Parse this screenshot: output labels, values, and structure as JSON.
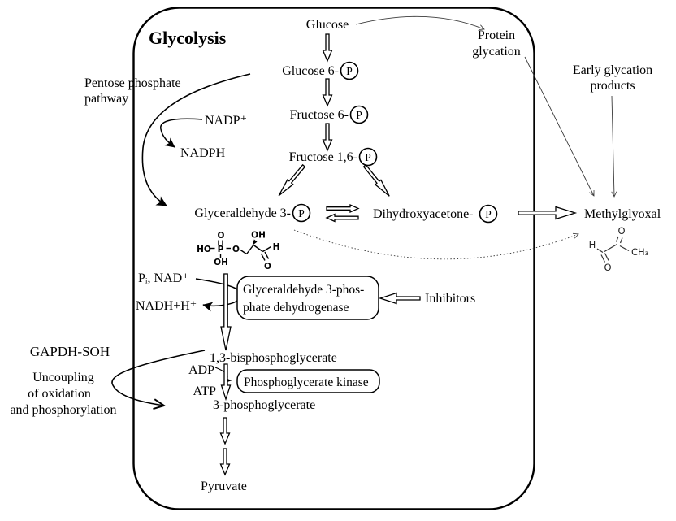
{
  "diagram": {
    "title": "Glycolysis",
    "nodes": {
      "glucose": "Glucose",
      "g6p": "Glucose 6-",
      "f6p": "Fructose 6-",
      "f16p": "Fructose 1,6-",
      "g3p": "Glyceraldehyde 3-",
      "dhap": "Dihydroxyacetone-",
      "phosphate_symbol": "P",
      "methylglyoxal": "Methylglyoxal",
      "bpg": "1,3-bisphosphoglycerate",
      "pg3": "3-phosphoglycerate",
      "pyruvate": "Pyruvate"
    },
    "pathway_labels": {
      "pentose_line1": "Pentose phosphate",
      "pentose_line2": "pathway",
      "protein_glycation_line1": "Protein",
      "protein_glycation_line2": "glycation",
      "early_glycation_line1": "Early glycation",
      "early_glycation_line2": "products"
    },
    "cofactors": {
      "nadp": "NADP⁺",
      "nadph": "NADPH",
      "pi_nad": "Pᵢ, NAD⁺",
      "nadh": "NADH+H⁺",
      "adp": "ADP",
      "atp": "ATP"
    },
    "enzymes": {
      "gapdh_line1": "Glyceraldehyde 3-phos-",
      "gapdh_line2": "phate dehydrogenase",
      "pgk": "Phosphoglycerate kinase",
      "inhibitors": "Inhibitors"
    },
    "notes": {
      "gapdh_soh": "GAPDH-SOH",
      "uncoupling_line1": "Uncoupling",
      "uncoupling_line2": "of oxidation",
      "uncoupling_line3": "and phosphorylation"
    },
    "structures": {
      "g3p": {
        "o_top": "O",
        "ho": "HO",
        "p": "P",
        "o_mid": "O",
        "oh_below": "OH",
        "oh_up": "OH",
        "h": "H",
        "o_bottom": "O"
      },
      "mg": {
        "h": "H",
        "o_top": "O",
        "o_bottom": "O",
        "ch3": "CH₃"
      }
    },
    "colors": {
      "ink": "#000000",
      "thin_arrow": "#3a3a3a",
      "background": "#ffffff"
    }
  }
}
